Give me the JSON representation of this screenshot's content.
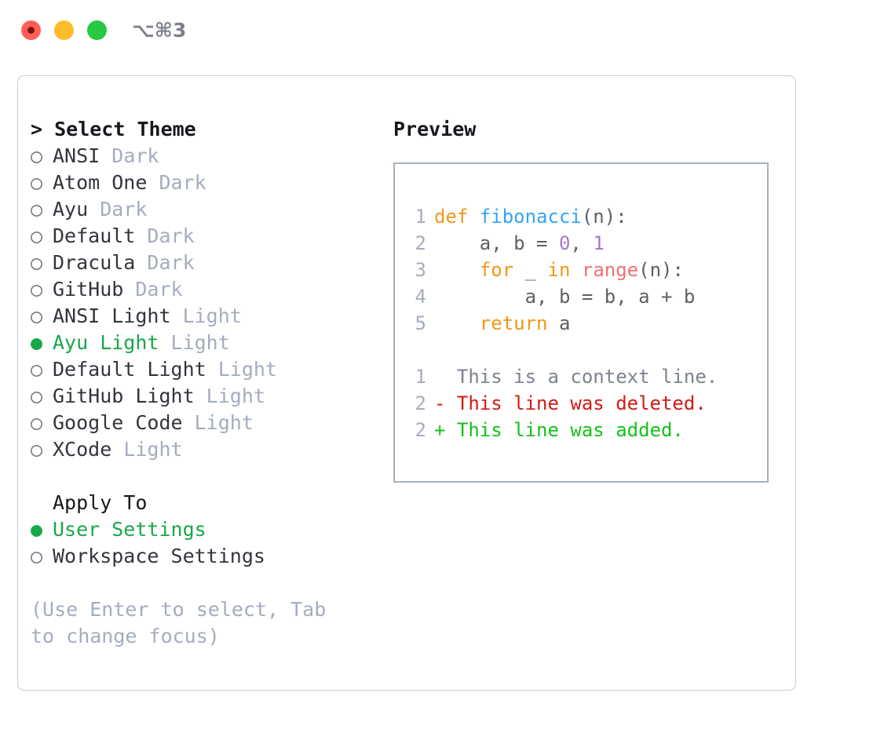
{
  "titlebar": {
    "shortcut": "⌥⌘3",
    "lights": [
      "close-red",
      "minimize-yellow",
      "maximize-green"
    ]
  },
  "colors": {
    "accent_green": "#18a84a",
    "muted": "#a4adbd",
    "text": "#32353c",
    "keyword": "#f29718",
    "function": "#36a3f7",
    "number": "#a37acc",
    "call": "#f07171",
    "punctuation": "#5c6166",
    "diff_added": "#14c21a",
    "diff_deleted": "#d11a15",
    "border": "#a7b0c0"
  },
  "theme_picker": {
    "heading": "> Select Theme",
    "marker_selected": "●",
    "marker_unselected": "○",
    "items": [
      {
        "name": "ANSI",
        "suffix": "Dark",
        "selected": false
      },
      {
        "name": "Atom One",
        "suffix": "Dark",
        "selected": false
      },
      {
        "name": "Ayu",
        "suffix": "Dark",
        "selected": false
      },
      {
        "name": "Default",
        "suffix": "Dark",
        "selected": false
      },
      {
        "name": "Dracula",
        "suffix": "Dark",
        "selected": false
      },
      {
        "name": "GitHub",
        "suffix": "Dark",
        "selected": false
      },
      {
        "name": "ANSI Light",
        "suffix": "Light",
        "selected": false
      },
      {
        "name": "Ayu Light",
        "suffix": "Light",
        "selected": true
      },
      {
        "name": "Default Light",
        "suffix": "Light",
        "selected": false
      },
      {
        "name": "GitHub Light",
        "suffix": "Light",
        "selected": false
      },
      {
        "name": "Google Code",
        "suffix": "Light",
        "selected": false
      },
      {
        "name": "XCode",
        "suffix": "Light",
        "selected": false
      }
    ]
  },
  "apply_to": {
    "heading": "Apply To",
    "items": [
      {
        "name": "User Settings",
        "suffix": "",
        "selected": true
      },
      {
        "name": "Workspace Settings",
        "suffix": "",
        "selected": false
      }
    ]
  },
  "hint": "(Use Enter to select, Tab to change focus)",
  "preview": {
    "title": "Preview",
    "code_lines": [
      {
        "ln": "1",
        "tokens": [
          {
            "t": "def",
            "c": "tk-kw"
          },
          {
            "t": " ",
            "c": "tk-pl"
          },
          {
            "t": "fibonacci",
            "c": "tk-fn"
          },
          {
            "t": "(n):",
            "c": "tk-pl"
          }
        ]
      },
      {
        "ln": "2",
        "tokens": [
          {
            "t": "    a, b = ",
            "c": "tk-pl"
          },
          {
            "t": "0",
            "c": "tk-num"
          },
          {
            "t": ", ",
            "c": "tk-pl"
          },
          {
            "t": "1",
            "c": "tk-num"
          }
        ]
      },
      {
        "ln": "3",
        "tokens": [
          {
            "t": "    ",
            "c": "tk-pl"
          },
          {
            "t": "for",
            "c": "tk-kw"
          },
          {
            "t": " _ ",
            "c": "tk-pl"
          },
          {
            "t": "in",
            "c": "tk-kw"
          },
          {
            "t": " ",
            "c": "tk-pl"
          },
          {
            "t": "range",
            "c": "tk-call"
          },
          {
            "t": "(n):",
            "c": "tk-pl"
          }
        ]
      },
      {
        "ln": "4",
        "tokens": [
          {
            "t": "        a, b = b, a + b",
            "c": "tk-pl"
          }
        ]
      },
      {
        "ln": "5",
        "tokens": [
          {
            "t": "    ",
            "c": "tk-pl"
          },
          {
            "t": "return",
            "c": "tk-kw"
          },
          {
            "t": " a",
            "c": "tk-pl"
          }
        ]
      }
    ],
    "diff_lines": [
      {
        "ln": "1",
        "tokens": [
          {
            "t": "  This is a context line.",
            "c": "tk-ctx"
          }
        ]
      },
      {
        "ln": "2",
        "tokens": [
          {
            "t": "- This line was deleted.",
            "c": "tk-del"
          }
        ]
      },
      {
        "ln": "2",
        "tokens": [
          {
            "t": "+ This line was added.",
            "c": "tk-add"
          }
        ]
      }
    ]
  }
}
